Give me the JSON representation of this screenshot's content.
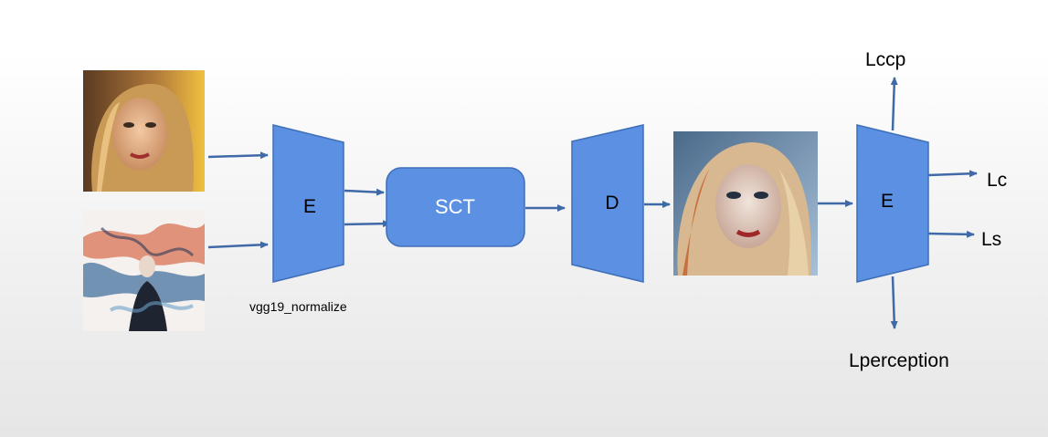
{
  "diagram": {
    "encoder1_label": "E",
    "sct_label": "SCT",
    "decoder_label": "D",
    "encoder2_label": "E",
    "vgg_label": "vgg19_normalize",
    "loss_ccp": "Lccp",
    "loss_c": "Lc",
    "loss_s": "Ls",
    "loss_perception": "Lperception"
  },
  "images": {
    "content": "content-portrait-image",
    "style": "style-painting-image",
    "output": "stylized-output-image"
  },
  "colors": {
    "block_fill": "#5b90e3",
    "block_stroke": "#3f6fb8",
    "arrow": "#3f6aa7",
    "block_text": "#000000",
    "sct_text": "#ffffff"
  }
}
